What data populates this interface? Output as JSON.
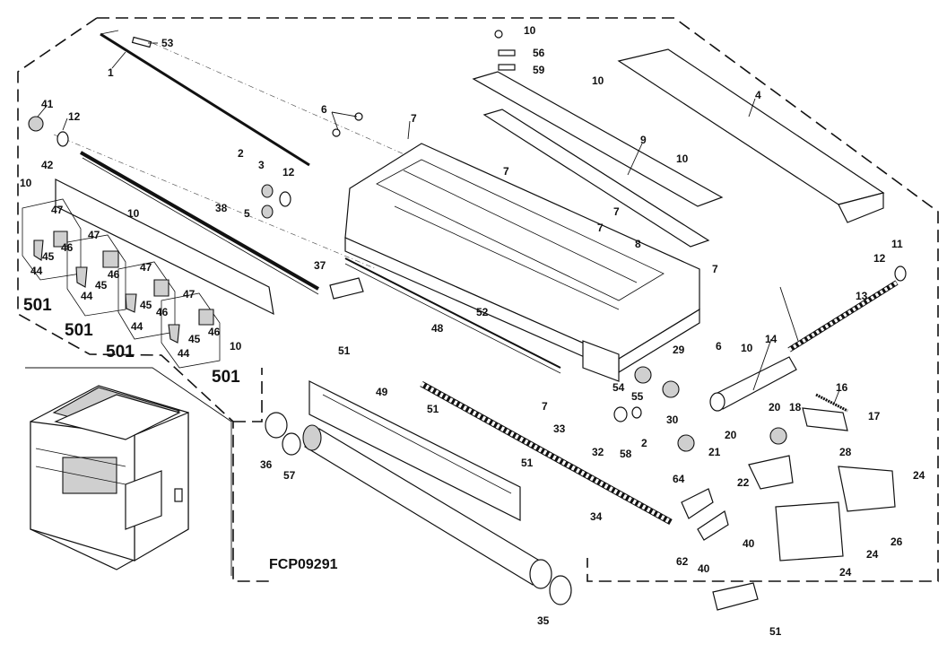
{
  "diagram_code": "FCP09291",
  "assembly_labels": [
    "501",
    "501",
    "501",
    "501"
  ],
  "callouts": [
    {
      "id": "c53",
      "text": "53"
    },
    {
      "id": "c1",
      "text": "1"
    },
    {
      "id": "c41",
      "text": "41"
    },
    {
      "id": "c12a",
      "text": "12"
    },
    {
      "id": "c6a",
      "text": "6"
    },
    {
      "id": "c7a",
      "text": "7"
    },
    {
      "id": "c2a",
      "text": "2"
    },
    {
      "id": "c3",
      "text": "3"
    },
    {
      "id": "c12b",
      "text": "12"
    },
    {
      "id": "c5",
      "text": "5"
    },
    {
      "id": "c42",
      "text": "42"
    },
    {
      "id": "c10a",
      "text": "10"
    },
    {
      "id": "c47a",
      "text": "47"
    },
    {
      "id": "c46a",
      "text": "46"
    },
    {
      "id": "c45a",
      "text": "45"
    },
    {
      "id": "c44a",
      "text": "44"
    },
    {
      "id": "c47b",
      "text": "47"
    },
    {
      "id": "c10b",
      "text": "10"
    },
    {
      "id": "c46b",
      "text": "46"
    },
    {
      "id": "c45b",
      "text": "45"
    },
    {
      "id": "c44b",
      "text": "44"
    },
    {
      "id": "c38",
      "text": "38"
    },
    {
      "id": "c47c",
      "text": "47"
    },
    {
      "id": "c46c",
      "text": "46"
    },
    {
      "id": "c45c",
      "text": "45"
    },
    {
      "id": "c44c",
      "text": "44"
    },
    {
      "id": "c47d",
      "text": "47"
    },
    {
      "id": "c46d",
      "text": "46"
    },
    {
      "id": "c45d",
      "text": "45"
    },
    {
      "id": "c44d",
      "text": "44"
    },
    {
      "id": "c10c",
      "text": "10"
    },
    {
      "id": "c37",
      "text": "37"
    },
    {
      "id": "c7b",
      "text": "7"
    },
    {
      "id": "c52",
      "text": "52"
    },
    {
      "id": "c48",
      "text": "48"
    },
    {
      "id": "c10d",
      "text": "10"
    },
    {
      "id": "c56",
      "text": "56"
    },
    {
      "id": "c59",
      "text": "59"
    },
    {
      "id": "c10e",
      "text": "10"
    },
    {
      "id": "c4",
      "text": "4"
    },
    {
      "id": "c9",
      "text": "9"
    },
    {
      "id": "c10f",
      "text": "10"
    },
    {
      "id": "c7c",
      "text": "7"
    },
    {
      "id": "c7d",
      "text": "7"
    },
    {
      "id": "c8",
      "text": "8"
    },
    {
      "id": "c7e",
      "text": "7"
    },
    {
      "id": "c11",
      "text": "11"
    },
    {
      "id": "c12c",
      "text": "12"
    },
    {
      "id": "c13",
      "text": "13"
    },
    {
      "id": "c6b",
      "text": "6"
    },
    {
      "id": "c29",
      "text": "29"
    },
    {
      "id": "c10g",
      "text": "10"
    },
    {
      "id": "c14",
      "text": "14"
    },
    {
      "id": "c51a",
      "text": "51"
    },
    {
      "id": "c49",
      "text": "49"
    },
    {
      "id": "c51b",
      "text": "51"
    },
    {
      "id": "c7f",
      "text": "7"
    },
    {
      "id": "c33",
      "text": "33"
    },
    {
      "id": "c54",
      "text": "54"
    },
    {
      "id": "c55",
      "text": "55"
    },
    {
      "id": "c30",
      "text": "30"
    },
    {
      "id": "c16",
      "text": "16"
    },
    {
      "id": "c17",
      "text": "17"
    },
    {
      "id": "c2b",
      "text": "2"
    },
    {
      "id": "c32",
      "text": "32"
    },
    {
      "id": "c58",
      "text": "58"
    },
    {
      "id": "c18",
      "text": "18"
    },
    {
      "id": "c20a",
      "text": "20"
    },
    {
      "id": "c20b",
      "text": "20"
    },
    {
      "id": "c21",
      "text": "21"
    },
    {
      "id": "c28",
      "text": "28"
    },
    {
      "id": "c22",
      "text": "22"
    },
    {
      "id": "c36",
      "text": "36"
    },
    {
      "id": "c57",
      "text": "57"
    },
    {
      "id": "c51c",
      "text": "51"
    },
    {
      "id": "c64",
      "text": "64"
    },
    {
      "id": "c24a",
      "text": "24"
    },
    {
      "id": "c34",
      "text": "34"
    },
    {
      "id": "c26",
      "text": "26"
    },
    {
      "id": "c40a",
      "text": "40"
    },
    {
      "id": "c24b",
      "text": "24"
    },
    {
      "id": "c62",
      "text": "62"
    },
    {
      "id": "c40b",
      "text": "40"
    },
    {
      "id": "c24c",
      "text": "24"
    },
    {
      "id": "c35",
      "text": "35"
    },
    {
      "id": "c51d",
      "text": "51"
    }
  ]
}
